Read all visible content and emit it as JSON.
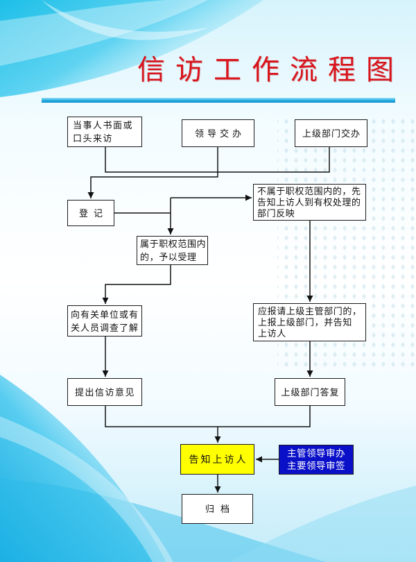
{
  "title": "信访工作流程图",
  "colors": {
    "title": "#d8141c",
    "accent_bar": "#1ea6de",
    "highlight_box": "#ffff00",
    "leader_box": "#0a10c8",
    "leader_text": "#ffffff",
    "background": "#3cc8ec"
  },
  "nodes": {
    "written_or_oral_visit": {
      "lines": [
        "当事人书面或",
        "口头来访"
      ]
    },
    "leader_assigned": {
      "label": "领导交办"
    },
    "superior_dept_assigned": {
      "label": "上级部门交办"
    },
    "register": {
      "label": "登记"
    },
    "outside_jurisdiction": {
      "lines": [
        "不属于职权范围内的，先",
        "告知上访人到有权处理的",
        "部门反映"
      ]
    },
    "within_jurisdiction": {
      "lines": [
        "属于职权范围内",
        "的，予以受理"
      ]
    },
    "investigate": {
      "lines": [
        "向有关单位或有",
        "关人员调查了解"
      ]
    },
    "propose_opinion": {
      "label": "提出信访意见"
    },
    "report_superior": {
      "lines": [
        "应报请上级主管部门的，",
        "上报上级部门，并告知",
        "上访人"
      ]
    },
    "superior_reply": {
      "label": "上级部门答复"
    },
    "notify_visitor": {
      "label": "告知上访人"
    },
    "leader_review": {
      "lines": [
        "主管领导审办",
        "主要领导审签"
      ]
    },
    "archive": {
      "label": "归档"
    }
  }
}
